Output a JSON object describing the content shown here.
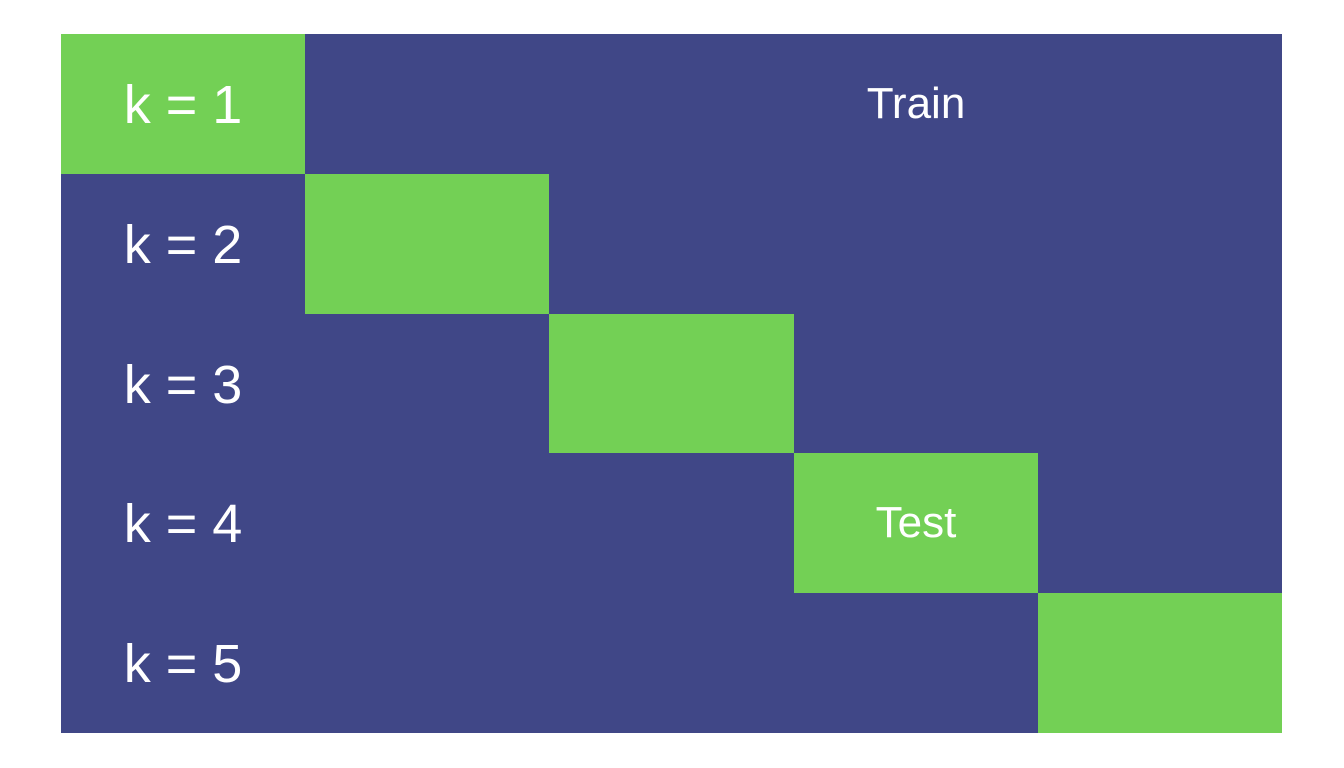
{
  "diagram": {
    "folds": 5,
    "rows": [
      {
        "label": "k = 1",
        "test_fold": 1
      },
      {
        "label": "k = 2",
        "test_fold": 2
      },
      {
        "label": "k = 3",
        "test_fold": 3
      },
      {
        "label": "k = 4",
        "test_fold": 4
      },
      {
        "label": "k = 5",
        "test_fold": 5
      }
    ],
    "train_label": "Train",
    "test_label": "Test",
    "colors": {
      "train": "#404787",
      "test": "#73d055",
      "text": "#ffffff",
      "background": "#ffffff"
    }
  }
}
